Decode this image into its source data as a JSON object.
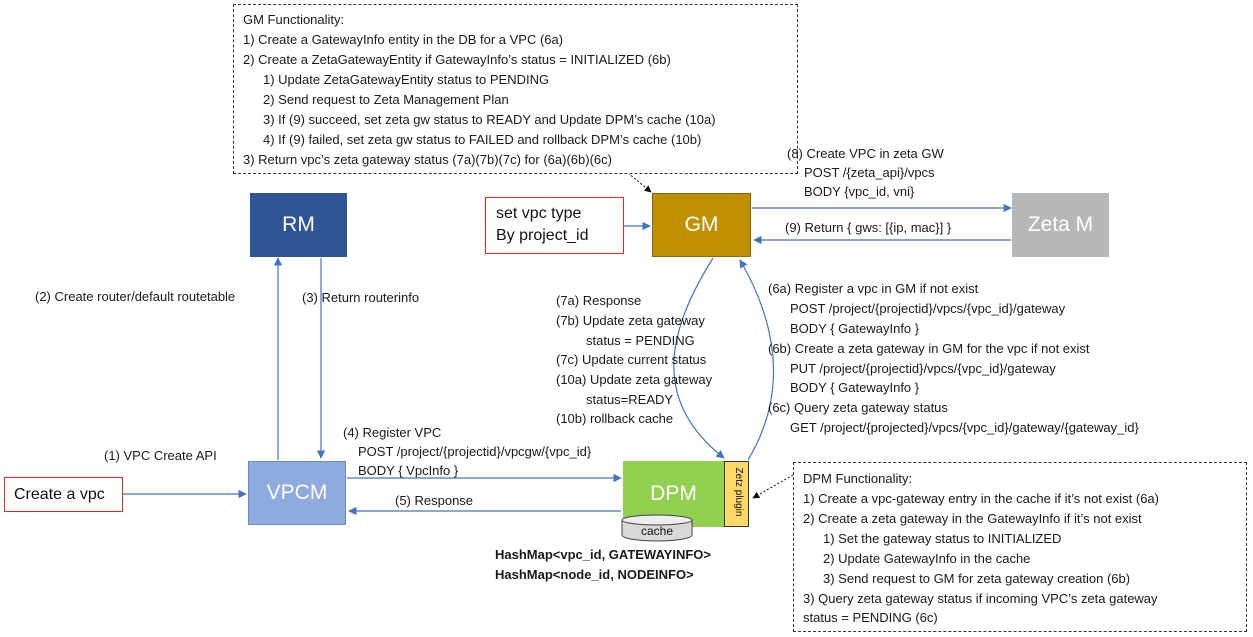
{
  "gm_box": {
    "title": "GM Functionality:",
    "lines": [
      "1)  Create a GatewayInfo entity in the DB for a VPC (6a)",
      "2)  Create a ZetaGatewayEntity if GatewayInfo’s status = INITIALIZED (6b)",
      "1)  Update ZetaGatewayEntity status to PENDING",
      "2)  Send request to Zeta Management Plan",
      "3)  If (9) succeed, set zeta gw status to READY and Update DPM’s cache (10a)",
      "4)  If (9) failed, set zeta gw status to FAILED and rollback DPM’s cache (10b)",
      "3)  Return vpc’s zeta gateway status (7a)(7b)(7c) for (6a)(6b)(6c)"
    ]
  },
  "nodes": {
    "rm": "RM",
    "gm": "GM",
    "zeta": "Zeta M",
    "vpcm": "VPCM",
    "dpm": "DPM",
    "plugin": "Zetz plugin",
    "cache": "cache"
  },
  "colors": {
    "rm": "#2f5597",
    "gm": "#bf9000",
    "zeta": "#b7b7b7",
    "vpcm": "#8faadc",
    "dpm": "#92d050",
    "plugin": "#ffd966",
    "arrow": "#4472c4",
    "red_border": "#d9302a"
  },
  "labels": {
    "set_vpc_type": [
      "set vpc type",
      "By project_id"
    ],
    "create_vpc_box": "Create a vpc",
    "step8": [
      "(8) Create VPC in zeta GW",
      "POST /{zeta_api}/vpcs",
      "BODY {vpc_id, vni}"
    ],
    "step9": "(9) Return { gws: [{ip, mac}] }",
    "step2": "(2) Create router/default routetable",
    "step3": "(3) Return routerinfo",
    "step7": [
      "(7a) Response",
      "(7b) Update zeta gateway",
      "status = PENDING",
      "(7c) Update current status",
      "(10a) Update zeta gateway",
      "status=READY",
      "(10b) rollback cache"
    ],
    "step6": [
      "(6a) Register a vpc in GM if not exist",
      "POST /project/{projectid}/vpcs/{vpc_id}/gateway",
      "BODY { GatewayInfo }",
      "(6b) Create a zeta gateway in GM for the vpc if not exist",
      "PUT /project/{projectid}/vpcs/{vpc_id}/gateway",
      "BODY { GatewayInfo }",
      "(6c) Query zeta gateway status",
      "GET /project/{projected}/vpcs/{vpc_id}/gateway/{gateway_id}"
    ],
    "step1": "(1) VPC Create API",
    "step4": [
      "(4) Register VPC",
      "POST /project/{projectid}/vpcgw/{vpc_id}",
      "BODY { VpcInfo }"
    ],
    "step5": "(5) Response",
    "hashmaps": [
      "HashMap<vpc_id, GATEWAYINFO>",
      "HashMap<node_id, NODEINFO>"
    ]
  },
  "dpm_box": {
    "title": "DPM Functionality:",
    "lines": [
      "1)  Create a vpc-gateway entry in the cache if it’s not exist (6a)",
      "2)  Create a zeta gateway in the GatewayInfo if it’s not exist",
      "1)  Set the gateway status to INITIALIZED",
      "2)  Update GatewayInfo in the cache",
      "3)  Send request to GM for zeta gateway creation (6b)",
      "3)  Query zeta gateway status if incoming VPC’s zeta gateway",
      "status = PENDING (6c)"
    ]
  }
}
